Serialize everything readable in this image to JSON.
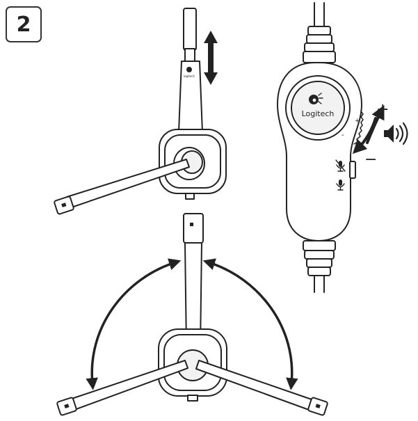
{
  "step_number": "2",
  "brand": {
    "name": "Logitech",
    "mark_label": "logitech"
  },
  "volume_control": {
    "plus": "+",
    "minus": "−",
    "scale_plus": "+",
    "scale_minus": "-"
  },
  "icons": {
    "vertical_adjust": "double-arrow-icon",
    "volume": "speaker-icon",
    "mic_mute": "mic-mute-icon",
    "mic": "mic-icon"
  },
  "colors": {
    "stroke": "#222222",
    "fill": "#ffffff",
    "inner_fill": "#f2f2f2"
  }
}
